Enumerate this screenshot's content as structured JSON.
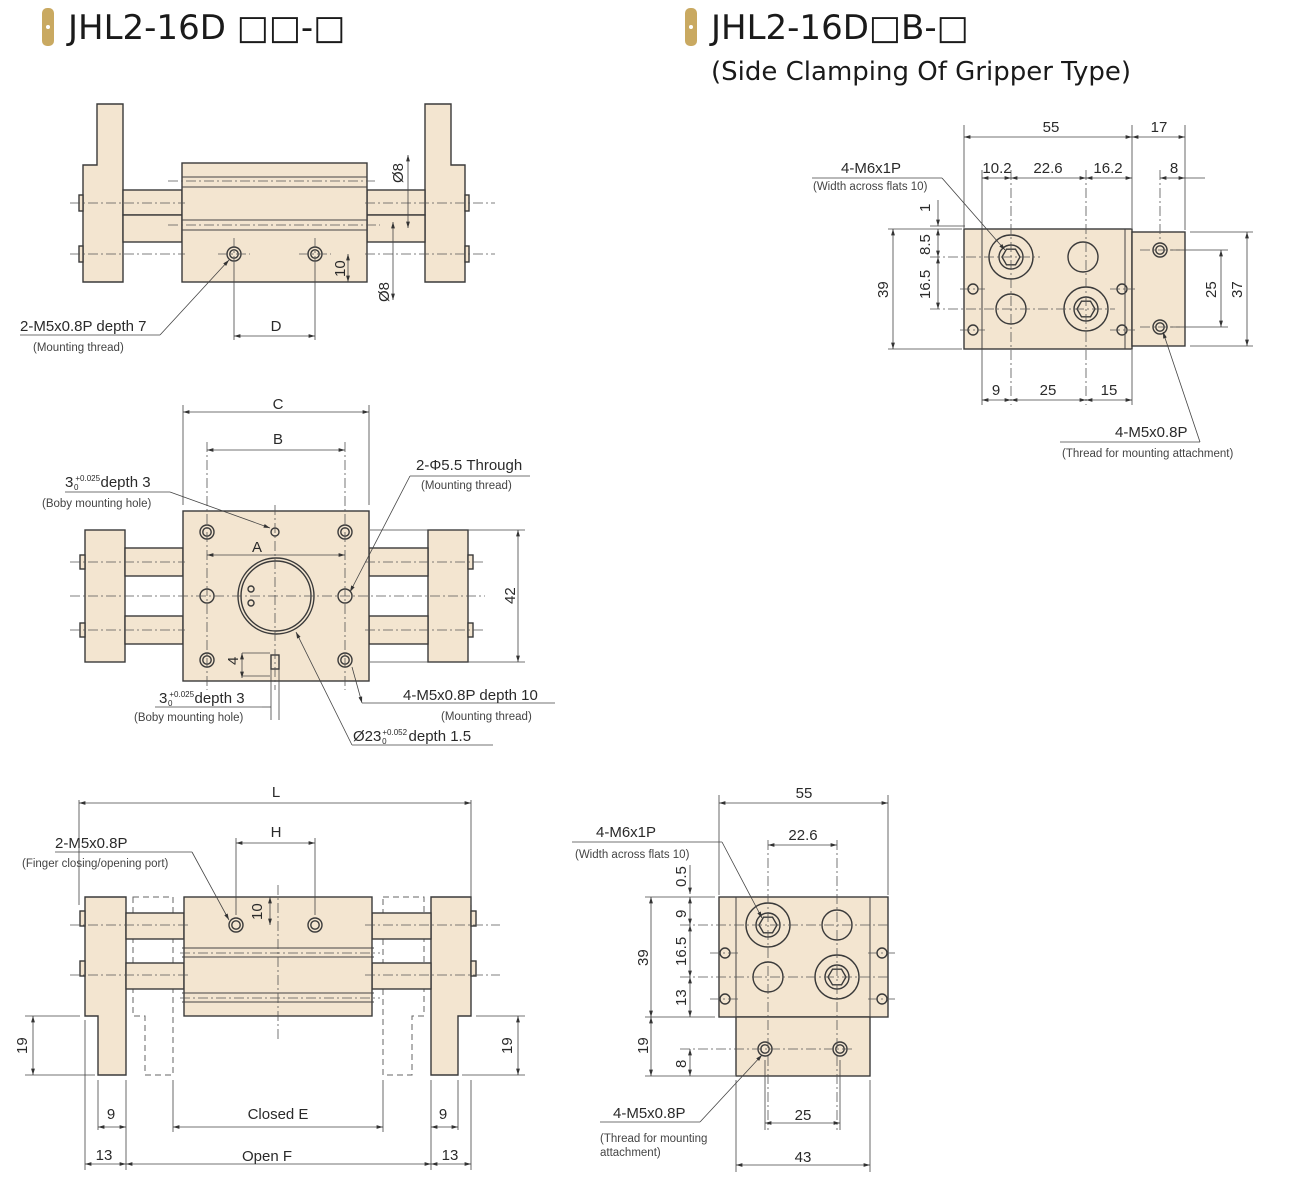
{
  "header": {
    "left_title": "JHL2-16D □□-□",
    "right_title": "JHL2-16D□B-□",
    "right_subtitle": "(Side Clamping Of Gripper Type)",
    "accent_color": "#c9a961"
  },
  "view_top": {
    "dia_upper": "Ø8",
    "dia_lower": "Ø8",
    "offset_10": "10",
    "dim_d": "D",
    "thread_label": "2-M5x0.8P depth 7",
    "thread_note": "(Mounting thread)"
  },
  "view_plan": {
    "dim_c": "C",
    "dim_b": "B",
    "dim_a": "A",
    "dim_42": "42",
    "dim_4": "4",
    "pin_top_main": "3",
    "pin_top_tol_up": "+0.025",
    "pin_top_tol_low": "0",
    "pin_top_depth": "depth 3",
    "pin_top_note": "(Boby mounting hole)",
    "through_label": "2-Φ5.5 Through",
    "through_note": "(Mounting thread)",
    "pin_bot_main": "3",
    "pin_bot_tol_up": "+0.025",
    "pin_bot_tol_low": "0",
    "pin_bot_depth": "depth 3",
    "pin_bot_note": "(Boby mounting hole)",
    "m5_label": "4-M5x0.8P depth 10",
    "m5_note": "(Mounting thread)",
    "bore_main": "Ø23",
    "bore_tol_up": "+0.052",
    "bore_tol_low": "0",
    "bore_depth": "depth 1.5"
  },
  "view_front": {
    "dim_l": "L",
    "dim_h": "H",
    "port_label": "2-M5x0.8P",
    "port_note": "(Finger closing/opening port)",
    "offset_10": "10",
    "left_19": "19",
    "right_19": "19",
    "left_9": "9",
    "right_9": "9",
    "closed_e": "Closed E",
    "left_13": "13",
    "open_f": "Open F",
    "right_13": "13"
  },
  "view_side_top": {
    "w55": "55",
    "w17": "17",
    "port_label": "4-M6x1P",
    "port_note": "(Width across flats 10)",
    "d10_2": "10.2",
    "d22_6": "22.6",
    "d16_2": "16.2",
    "d8": "8",
    "d1": "1",
    "d8_5": "8.5",
    "d16_5": "16.5",
    "h39": "39",
    "h25": "25",
    "h37": "37",
    "b9": "9",
    "b25": "25",
    "b15": "15",
    "attach_label": "4-M5x0.8P",
    "attach_note": "(Thread for mounting attachment)"
  },
  "view_side_bottom": {
    "w55": "55",
    "d22_6": "22.6",
    "port_label": "4-M6x1P",
    "port_note": "(Width across flats 10)",
    "d0_5": "0.5",
    "d9": "9",
    "h39": "39",
    "d16_5": "16.5",
    "d13": "13",
    "h19": "19",
    "d8": "8",
    "attach_label": "4-M5x0.8P",
    "attach_note_1": "(Thread for mounting",
    "attach_note_2": "attachment)",
    "b25": "25",
    "b43": "43"
  }
}
